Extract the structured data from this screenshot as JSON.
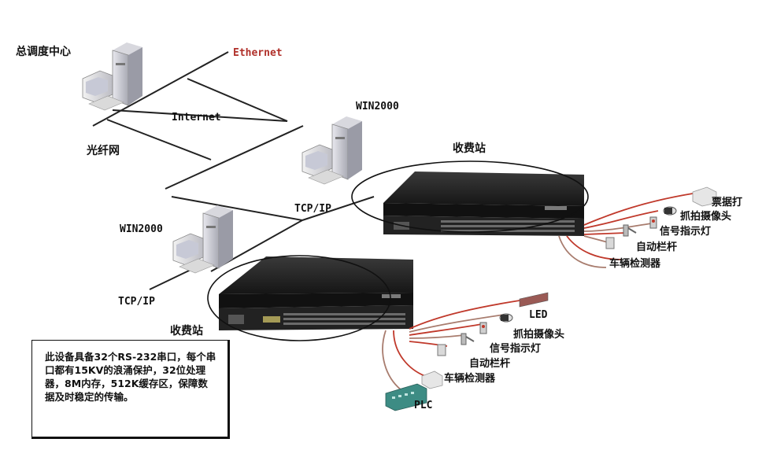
{
  "colors": {
    "ethernet_text": "#b0302a",
    "line": "#222222",
    "cable_red": "#c0392b",
    "device_body": "#1e1e1e",
    "plc_green": "#3d8c84"
  },
  "labels": {
    "dispatch_center": "总调度中心",
    "ethernet": "Ethernet",
    "internet": "Internet",
    "fiber_network": "光纤网",
    "win2000_top": "WIN2000",
    "win2000_left": "WIN2000",
    "tcpip_top": "TCP/IP",
    "tcpip_bottom": "TCP/IP",
    "toll_station_top": "收费站",
    "toll_station_bottom": "收费站"
  },
  "peripherals_top": {
    "ticket_printer": "票据打",
    "capture_camera": "抓拍摄像头",
    "signal_light": "信号指示灯",
    "auto_barrier": "自动栏杆",
    "vehicle_detector": "车辆检测器"
  },
  "peripherals_bottom": {
    "led": "LED",
    "capture_camera": "抓拍摄像头",
    "signal_light": "信号指示灯",
    "auto_barrier": "自动栏杆",
    "vehicle_detector": "车辆检测器",
    "plc": "PLC"
  },
  "info_box": {
    "text": "此设备具备32个RS-232串口，每个串口都有15KV的浪涌保护，32位处理器，8M内存，512K缓存区，保障数据及时稳定的传输。"
  },
  "icons": [
    "computer-icon",
    "serial-server-device",
    "ticket-printer-icon",
    "camera-icon",
    "signal-light-icon",
    "barrier-icon",
    "vehicle-detector-icon",
    "led-display-icon",
    "plc-icon"
  ]
}
